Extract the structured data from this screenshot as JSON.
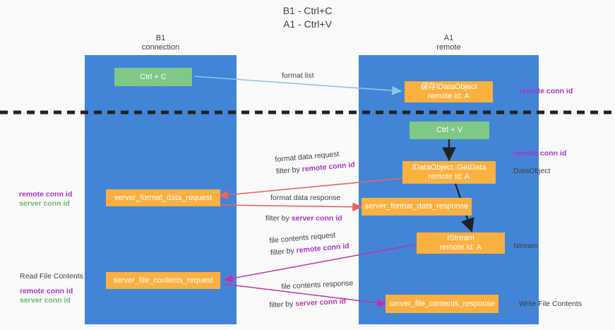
{
  "title": "B1 - Ctrl+C\nA1 - Ctrl+V",
  "columns": {
    "left": "B1\nconnection",
    "right": "A1\nremote"
  },
  "boxes": {
    "ctrl_c": "Ctrl + C",
    "ctrl_v": "Ctrl + V",
    "store_dataobject": "保存IDataObject\nremote id: A",
    "getdata": "IDataObject::GetData\nremote id: A",
    "istream": "IStream\nremote id: A",
    "server_format_data_request": "server_format_data_request",
    "server_format_data_response": "server_format_data_response",
    "server_file_contents_request": "server_file_contents_request",
    "server_file_contents_response": "server_file_contents_response"
  },
  "arrow_labels": {
    "format_list": "format list",
    "format_data_request": "format data request",
    "format_data_request_filter_prefix": "filter by ",
    "format_data_request_filter_key": "remote conn id",
    "format_data_response": "format data response",
    "format_data_response_filter_prefix": "filter by ",
    "format_data_response_filter_key": "server conn id",
    "file_contents_request": "file contents request",
    "file_contents_request_filter_prefix": "filter by ",
    "file_contents_request_filter_key": "remote conn id",
    "file_contents_response": "file contents response",
    "file_contents_response_filter_prefix": "filter by ",
    "file_contents_response_filter_key": "server conn id"
  },
  "annotations": {
    "right_remote_conn_id_top": "remote conn id",
    "right_remote_conn_id_mid": "remote conn id",
    "right_dataobject": "DataObject",
    "right_istream": "Istream",
    "right_write_file_contents": "Write File Contents",
    "left_remote_conn_id": "remote conn id",
    "left_server_conn_id": "server conn id",
    "left_read_file_contents": "Read File Contents",
    "left_remote_conn_id2": "remote conn id",
    "left_server_conn_id2": "server conn id"
  },
  "colors": {
    "lane": "#4285d6",
    "green_box": "#7fc886",
    "orange_box": "#fbb040",
    "purple": "#a833c8",
    "green_text": "#66bb6a",
    "magenta": "#c233a8",
    "blue_arrow": "#8ec5ea",
    "red_arrow": "#e8655f",
    "black_arrow": "#202124",
    "background": "#fafafa"
  }
}
